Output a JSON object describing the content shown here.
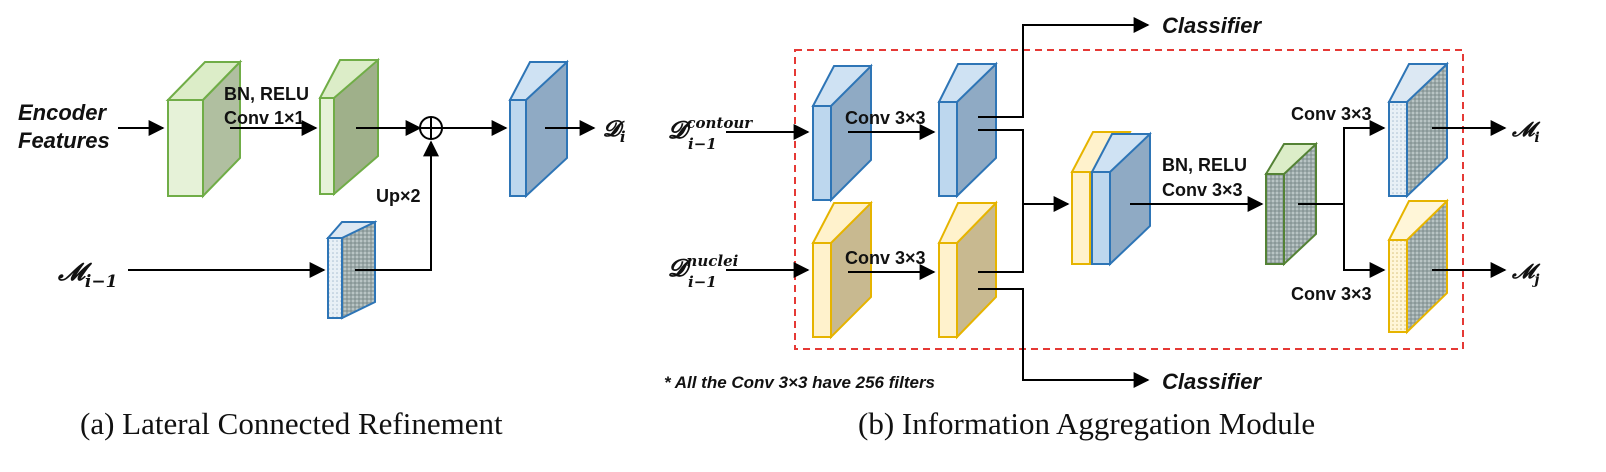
{
  "colors": {
    "green_face": "#e6f2d8",
    "green_side": "#b0bfa0",
    "green_top": "#dcedc8",
    "green_stroke": "#70ad47",
    "blue_face": "#bdd7ee",
    "blue_side": "#8faac4",
    "blue_stroke": "#2e75b6",
    "yellow_face": "#fff2cc",
    "yellow_side": "#c8b990",
    "yellow_stroke": "#e6b400",
    "dashed_box": "#e53935",
    "line": "#000000"
  },
  "panel_a": {
    "input_label_line1": "Encoder",
    "input_label_line2": "Features",
    "conv_label_line1": "BN, RELU",
    "conv_label_line2": "Conv 1×1",
    "up_label": "Up×2",
    "m_input": {
      "base": "𝓜",
      "sub": "i−1"
    },
    "d_output": {
      "base": "𝓓",
      "sub": "i"
    },
    "sum_icon": "circle-plus",
    "caption": "(a) Lateral Connected Refinement"
  },
  "panel_b": {
    "d_contour": {
      "base": "𝓓",
      "sup": "contour",
      "sub": "i−1"
    },
    "d_nuclei": {
      "base": "𝓓",
      "sup": "nuclei",
      "sub": "i−1"
    },
    "conv_top": "Conv 3×3",
    "conv_bottom": "Conv 3×3",
    "middle_label_line1": "BN, RELU",
    "middle_label_line2": "Conv 3×3",
    "right_conv_top": "Conv 3×3",
    "right_conv_bottom": "Conv 3×3",
    "classifier_top": "Classifier",
    "classifier_bottom": "Classifier",
    "m_out_i": {
      "base": "𝓜",
      "sub": "i"
    },
    "m_out_j": {
      "base": "𝓜",
      "sub": "j"
    },
    "footnote": "* All the Conv 3×3 have 256 filters",
    "caption": "(b) Information Aggregation Module"
  }
}
